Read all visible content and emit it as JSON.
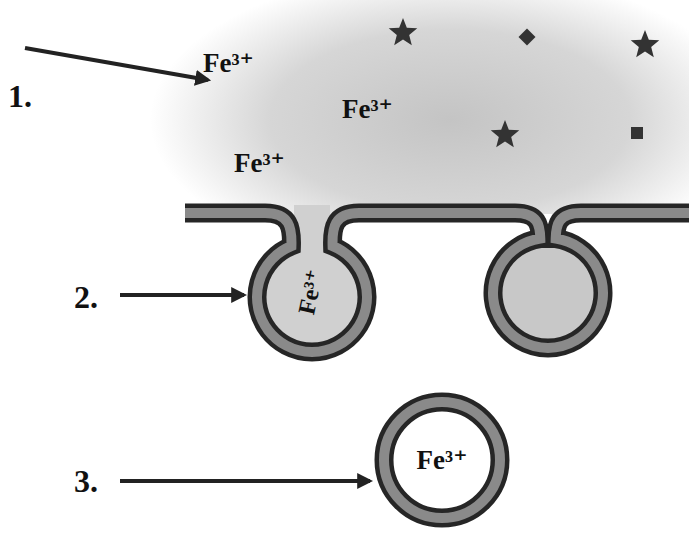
{
  "diagram": {
    "nodes": [
      {
        "text": [
          "Fe³⁺"
        ]
      },
      {
        "text": [
          "Fe³⁺"
        ]
      }
    ],
    "labels": [
      "Fe³⁺",
      "1.",
      "Fe³⁺",
      "Fe³⁺",
      "2.",
      "3."
    ]
  }
}
